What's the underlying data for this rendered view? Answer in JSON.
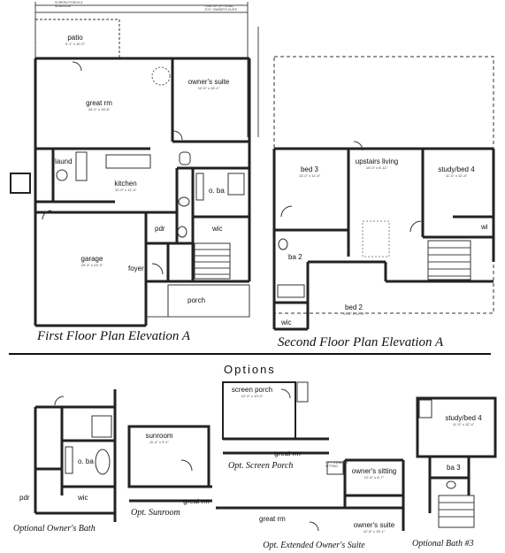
{
  "page": {
    "options_title": "Options",
    "captions": {
      "first_floor": "First Floor Plan  Elevation A",
      "second_floor": "Second Floor Plan  Elevation A",
      "opt_owners_bath": "Optional Owner's Bath",
      "opt_sunroom": "Opt. Sunroom",
      "opt_screen_porch": "Opt. Screen Porch",
      "opt_extended_suite": "Opt. Extended Owner's Suite",
      "opt_bath3": "Optional Bath #3"
    },
    "notes": {
      "screen_porch_top": "SCREEN PORCH &\nSUNROOM",
      "optional_line_top": "LINE OF OPTIONAL\nEXT. OWNER'S SUITE",
      "opt_sitting_small": "OPT. OWNER'S\nSITTING"
    }
  },
  "rooms": {
    "patio": {
      "name": "patio",
      "dim": "9'-1\" x 10'-0\""
    },
    "great_rm": {
      "name": "great rm",
      "dim": "24'-2\" x 15'-6\""
    },
    "owners_suite": {
      "name": "owner's suite",
      "dim": "12'-5\" x 15'-1\""
    },
    "laund": {
      "name": "laund"
    },
    "kitchen": {
      "name": "kitchen",
      "dim": "12'-0\" x 11'-4\""
    },
    "o_ba": {
      "name": "o. ba"
    },
    "pdr": {
      "name": "pdr"
    },
    "wic": {
      "name": "wic"
    },
    "garage": {
      "name": "garage",
      "dim": "19'-4\" x 23'-3\""
    },
    "foyer": {
      "name": "foyer"
    },
    "porch": {
      "name": "porch"
    },
    "bed3": {
      "name": "bed 3",
      "dim": "13'-0\" x 11'-4\""
    },
    "upstairs_living": {
      "name": "upstairs living",
      "dim": "10'-0\" x 8'-11\""
    },
    "study_bed4": {
      "name": "study/bed 4",
      "dim": "11'-0\" x 12'-4\""
    },
    "wi": {
      "name": "wi"
    },
    "ba2": {
      "name": "ba 2"
    },
    "bed2": {
      "name": "bed 2",
      "dim": "13'-2\" x 11'-3\""
    },
    "wic2": {
      "name": "wic"
    }
  },
  "options": {
    "owners_bath": {
      "o_ba": "o. ba",
      "pdr": "pdr",
      "wic": "wic"
    },
    "sunroom": {
      "name": "sunroom",
      "dim": "11'-4\" x 9'-1\"",
      "great_rm": "great rm"
    },
    "screen_porch": {
      "name": "screen porch",
      "dim": "12'-0\" x 10'-0\"",
      "great_rm": "great rm"
    },
    "extended_suite": {
      "sitting": "owner's sitting",
      "sitting_dim": "12'-6\" x 6'-7\"",
      "great_rm": "great rm",
      "suite": "owner's suite",
      "suite_dim": "12'-5\" x 15'-1\""
    },
    "bath3": {
      "study": "study/bed 4",
      "study_dim": "11'-0\" x 12'-4\"",
      "ba3": "ba 3"
    }
  }
}
